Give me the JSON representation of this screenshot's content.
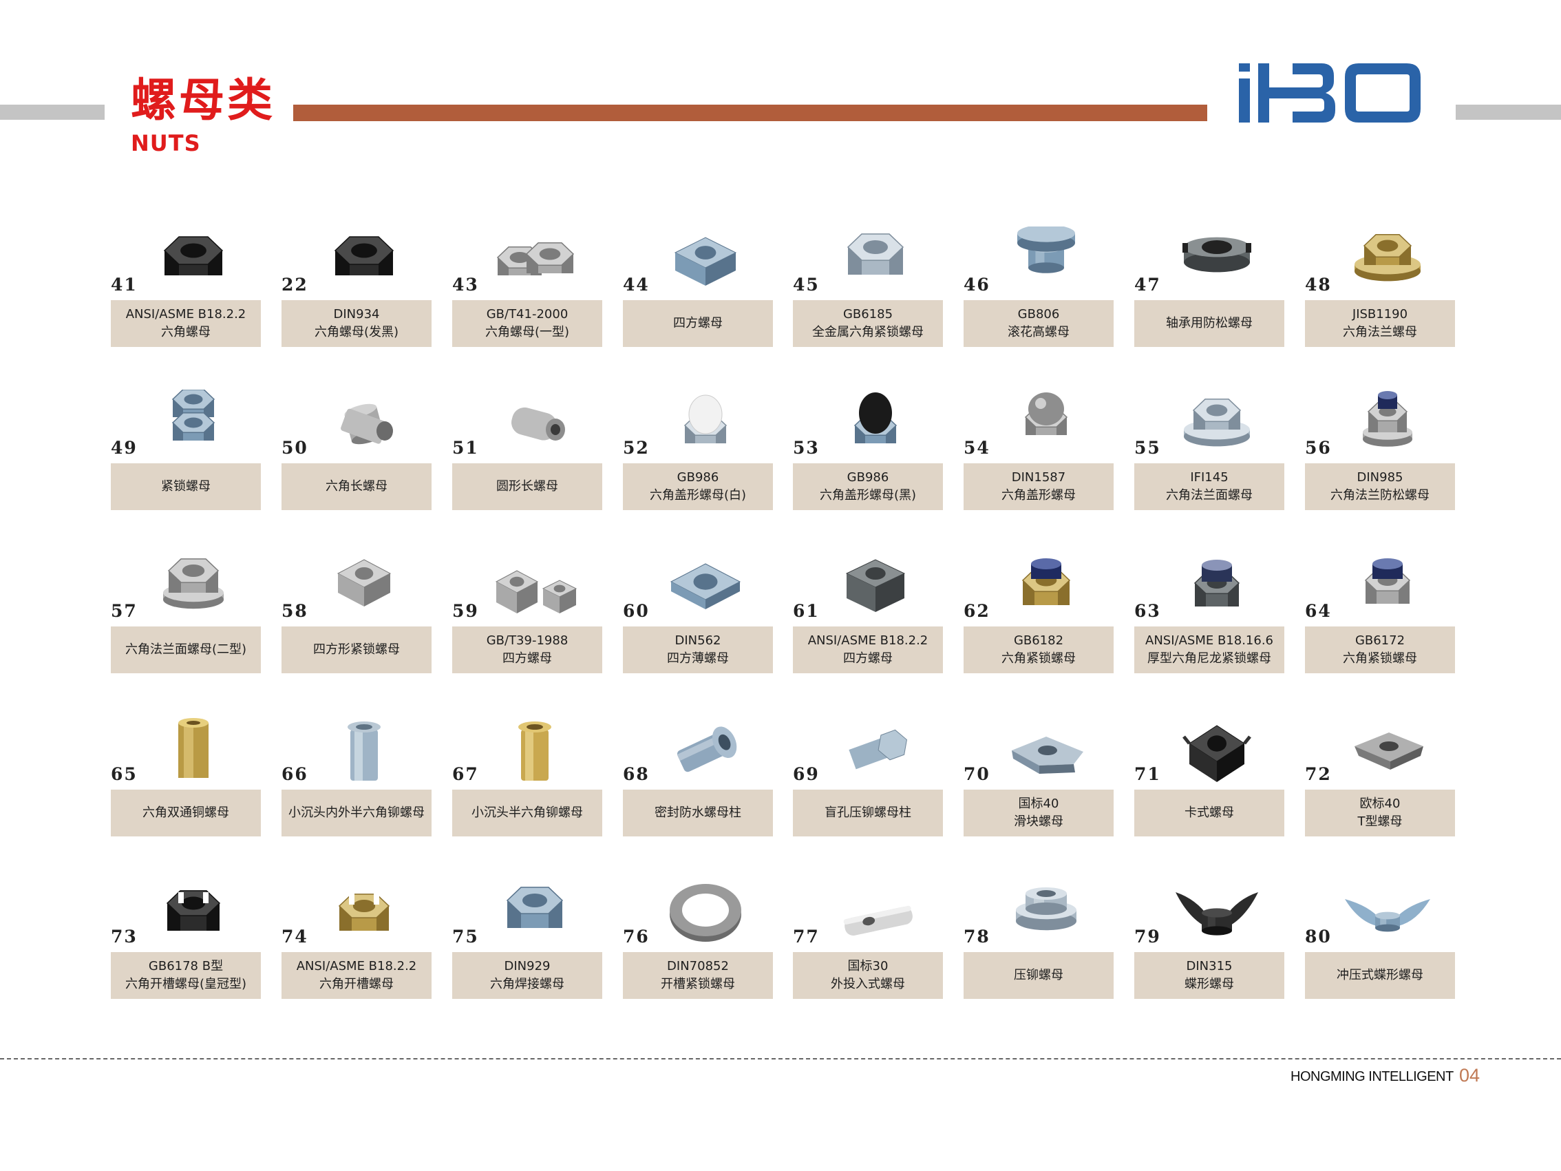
{
  "header": {
    "title_cn": "螺母类",
    "title_en": "NUTS",
    "logo_text": "HBO",
    "colors": {
      "title": "#e01c1c",
      "bar": "#b15d3b",
      "logo": "#2a63a8",
      "side_bar": "#c4c4c4",
      "label_bg": "#e0d5c7"
    }
  },
  "products": [
    {
      "num": "41",
      "line1": "ANSI/ASME B18.2.2",
      "line2": "六角螺母",
      "icon": "hex-nut-black-icon"
    },
    {
      "num": "22",
      "line1": "DIN934",
      "line2": "六角螺母(发黑)",
      "icon": "hex-nut-black-icon"
    },
    {
      "num": "43",
      "line1": "GB/T41-2000",
      "line2": "六角螺母(一型)",
      "icon": "hex-nut-pair-icon"
    },
    {
      "num": "44",
      "line1": "四方螺母",
      "line2": "",
      "icon": "square-nut-icon"
    },
    {
      "num": "45",
      "line1": "GB6185",
      "line2": "全金属六角紧锁螺母",
      "icon": "hex-nut-zinc-icon"
    },
    {
      "num": "46",
      "line1": "GB806",
      "line2": "滚花高螺母",
      "icon": "knurled-nut-icon"
    },
    {
      "num": "47",
      "line1": "轴承用防松螺母",
      "line2": "",
      "icon": "slotted-round-nut-icon"
    },
    {
      "num": "48",
      "line1": "JISB1190",
      "line2": "六角法兰螺母",
      "icon": "flange-nut-gold-icon"
    },
    {
      "num": "49",
      "line1": "紧锁螺母",
      "line2": "",
      "icon": "lock-nut-icon"
    },
    {
      "num": "50",
      "line1": "六角长螺母",
      "line2": "",
      "icon": "hex-coupling-nut-icon"
    },
    {
      "num": "51",
      "line1": "圆形长螺母",
      "line2": "",
      "icon": "round-coupling-nut-icon"
    },
    {
      "num": "52",
      "line1": "GB986",
      "line2": "六角盖形螺母(白)",
      "icon": "cap-nut-white-icon"
    },
    {
      "num": "53",
      "line1": "GB986",
      "line2": "六角盖形螺母(黑)",
      "icon": "cap-nut-black-icon"
    },
    {
      "num": "54",
      "line1": "DIN1587",
      "line2": "六角盖形螺母",
      "icon": "cap-nut-steel-icon"
    },
    {
      "num": "55",
      "line1": "IFI145",
      "line2": "六角法兰面螺母",
      "icon": "flange-nut-zinc-icon"
    },
    {
      "num": "56",
      "line1": "DIN985",
      "line2": "六角法兰防松螺母",
      "icon": "nylon-flange-nut-icon"
    },
    {
      "num": "57",
      "line1": "六角法兰面螺母(二型)",
      "line2": "",
      "icon": "flange-nut-serrated-icon"
    },
    {
      "num": "58",
      "line1": "四方形紧锁螺母",
      "line2": "",
      "icon": "square-lock-nut-icon"
    },
    {
      "num": "59",
      "line1": "GB/T39-1988",
      "line2": "四方螺母",
      "icon": "square-nut-pair-icon"
    },
    {
      "num": "60",
      "line1": "DIN562",
      "line2": "四方薄螺母",
      "icon": "thin-square-nut-icon"
    },
    {
      "num": "61",
      "line1": "ANSI/ASME B18.2.2",
      "line2": "四方螺母",
      "icon": "square-nut-dark-icon"
    },
    {
      "num": "62",
      "line1": "GB6182",
      "line2": "六角紧锁螺母",
      "icon": "nylon-lock-nut-gold-icon"
    },
    {
      "num": "63",
      "line1": "ANSI/ASME B18.16.6",
      "line2": "厚型六角尼龙紧锁螺母",
      "icon": "nylon-lock-nut-thick-icon"
    },
    {
      "num": "64",
      "line1": "GB6172",
      "line2": "六角紧锁螺母",
      "icon": "nylon-lock-nut-icon"
    },
    {
      "num": "65",
      "line1": "六角双通铜螺母",
      "line2": "",
      "icon": "brass-standoff-icon"
    },
    {
      "num": "66",
      "line1": "小沉头内外半六角铆螺母",
      "line2": "",
      "icon": "rivet-nut-icon"
    },
    {
      "num": "67",
      "line1": "小沉头半六角铆螺母",
      "line2": "",
      "icon": "rivet-nut-gold-icon"
    },
    {
      "num": "68",
      "line1": "密封防水螺母柱",
      "line2": "",
      "icon": "sealed-nut-icon"
    },
    {
      "num": "69",
      "line1": "盲孔压铆螺母柱",
      "line2": "",
      "icon": "blind-standoff-icon"
    },
    {
      "num": "70",
      "line1": "国标40",
      "line2": "滑块螺母",
      "icon": "slot-nut-icon"
    },
    {
      "num": "71",
      "line1": "卡式螺母",
      "line2": "",
      "icon": "cage-nut-icon"
    },
    {
      "num": "72",
      "line1": "欧标40",
      "line2": "T型螺母",
      "icon": "t-slot-nut-icon"
    },
    {
      "num": "73",
      "line1": "GB6178 B型",
      "line2": "六角开槽螺母(皇冠型)",
      "icon": "castle-nut-black-icon"
    },
    {
      "num": "74",
      "line1": "ANSI/ASME B18.2.2",
      "line2": "六角开槽螺母",
      "icon": "castle-nut-gold-icon"
    },
    {
      "num": "75",
      "line1": "DIN929",
      "line2": "六角焊接螺母",
      "icon": "weld-nut-icon"
    },
    {
      "num": "76",
      "line1": "DIN70852",
      "line2": "开槽紧锁螺母",
      "icon": "slotted-ring-nut-icon"
    },
    {
      "num": "77",
      "line1": "国标30",
      "line2": "外投入式螺母",
      "icon": "drop-in-nut-icon"
    },
    {
      "num": "78",
      "line1": "压铆螺母",
      "line2": "",
      "icon": "clinch-nut-icon"
    },
    {
      "num": "79",
      "line1": "DIN315",
      "line2": "蝶形螺母",
      "icon": "wing-nut-black-icon"
    },
    {
      "num": "80",
      "line1": "冲压式蝶形螺母",
      "line2": "",
      "icon": "stamped-wing-nut-icon"
    }
  ],
  "footer": {
    "company": "HONGMING INTELLIGENT",
    "page": "04"
  }
}
